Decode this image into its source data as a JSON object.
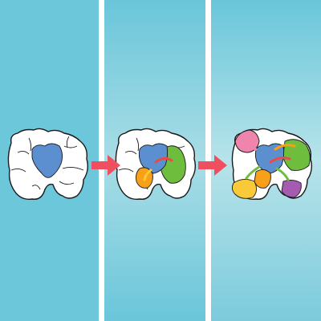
{
  "figure": {
    "panels": [
      {
        "id": "stage-1",
        "background": [
          "#6cc7db",
          "#6cc7db",
          "#6cc7db"
        ]
      },
      {
        "id": "stage-2",
        "background": [
          "#6ac6da",
          "#a8dde6",
          "#6ac6da"
        ]
      },
      {
        "id": "stage-3",
        "background": [
          "#6ac6da",
          "#b7e3ea",
          "#7ccbdc"
        ]
      }
    ],
    "arrows": {
      "color": "#ef4f5f",
      "count": 2
    },
    "colors": {
      "outline": "#1a1a1a",
      "tooth_fill": "#ffffff",
      "central_region": "#5b8fcf",
      "green_region": "#6fbd3d",
      "orange_region": "#f7a11a",
      "yellow_region": "#f8c938",
      "pink_region": "#ef84ad",
      "purple_region": "#a45bb0",
      "red_arrow": "#e94b48"
    }
  }
}
